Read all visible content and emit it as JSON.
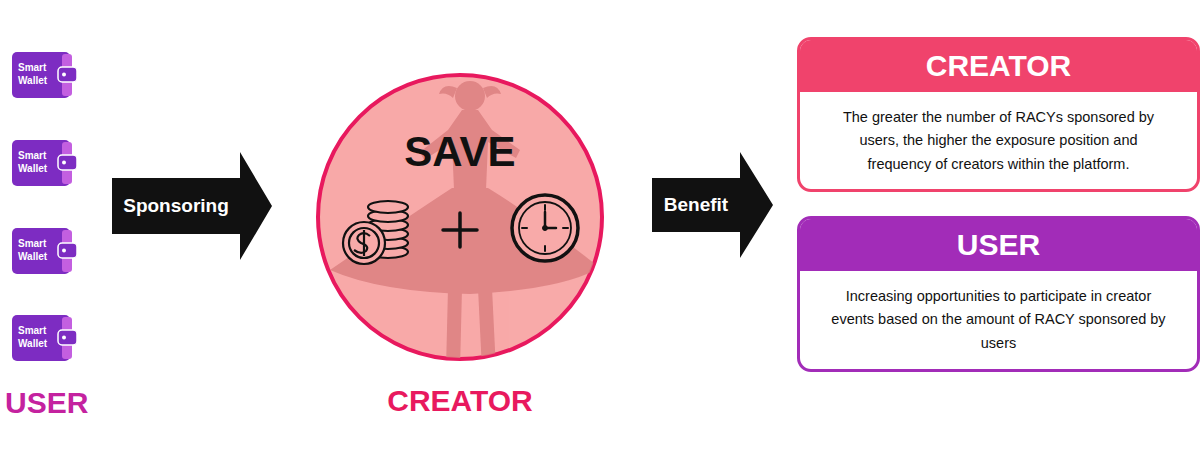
{
  "diagram": {
    "nodes": [
      {
        "text": [
          "Smart Wallet"
        ]
      },
      {
        "text": [
          "Smart Wallet"
        ]
      },
      {
        "text": [
          "Smart Wallet"
        ]
      },
      {
        "text": [
          "Smart Wallet"
        ]
      },
      {
        "text": [
          "Sponsoring"
        ]
      },
      {
        "text": [
          "SAVE",
          "CREATOR"
        ]
      },
      {
        "text": [
          "Benefit"
        ]
      },
      {
        "text": [
          "CREATOR",
          "The greater the number of RACYs sponsored by users, the higher the exposure position and frequency of creators within the platform."
        ]
      },
      {
        "text": [
          "USER",
          "Increasing opportunities to participate in creator events based on the amount of RACY sponsored by users"
        ]
      }
    ],
    "labels": [
      "USER"
    ]
  }
}
